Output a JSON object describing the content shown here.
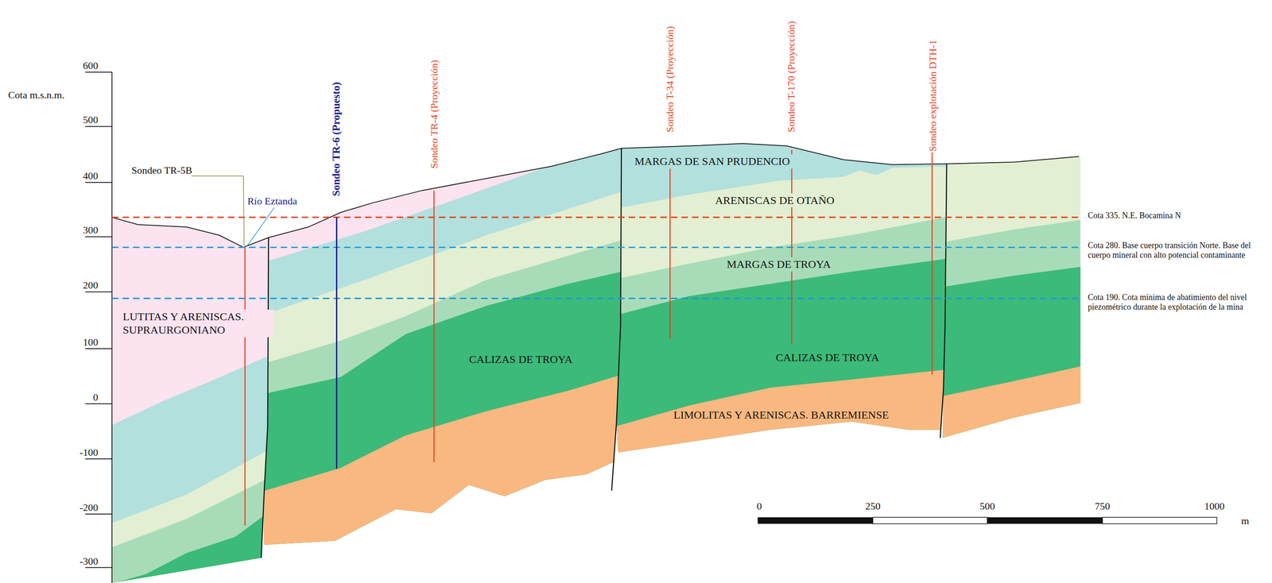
{
  "diagram": {
    "nodes": [
      {
        "text": [
          "MARGAS DE SAN PRUDENCIO"
        ]
      },
      {
        "text": [
          "ARENISCAS DE OTAÑO"
        ]
      },
      {
        "text": [
          "MARGAS DE TROYA"
        ]
      },
      {
        "text": [
          "LUTITAS Y ARENISCAS. SUPRAURGONIANO"
        ]
      },
      {
        "text": [
          "CALIZAS DE TROYA"
        ]
      },
      {
        "text": [
          "CALIZAS DE TROYA"
        ]
      },
      {
        "text": [
          "LIMOLITAS Y ARENISCAS. BARREMIENSE"
        ]
      }
    ],
    "edges": [],
    "labels": [
      "Cota m.s.n.m.",
      "600",
      "500",
      "400",
      "300",
      "200",
      "100",
      "0",
      "-100",
      "-200",
      "-300",
      "Sondeo TR-5B",
      "Río Eztanda",
      "Sondeo TR-6 (Propuesto)",
      "Sondeo TR-4 (Proyección)",
      "Sondeo T-34 (Proyección)",
      "Sondeo T-170 (Proyección)",
      "Sondeo explotación DTH-1",
      "Cota 335. N.E. Bocamina N",
      "Cota 280. Base cuerpo transición Norte. Base del cuerpo mineral con alto potencial contaminante",
      "Cota 190. Cota mínima de abatimiento del nivel piezométrico durante la explotación de la mina",
      "0",
      "250",
      "500",
      "750",
      "1000",
      "m"
    ]
  }
}
